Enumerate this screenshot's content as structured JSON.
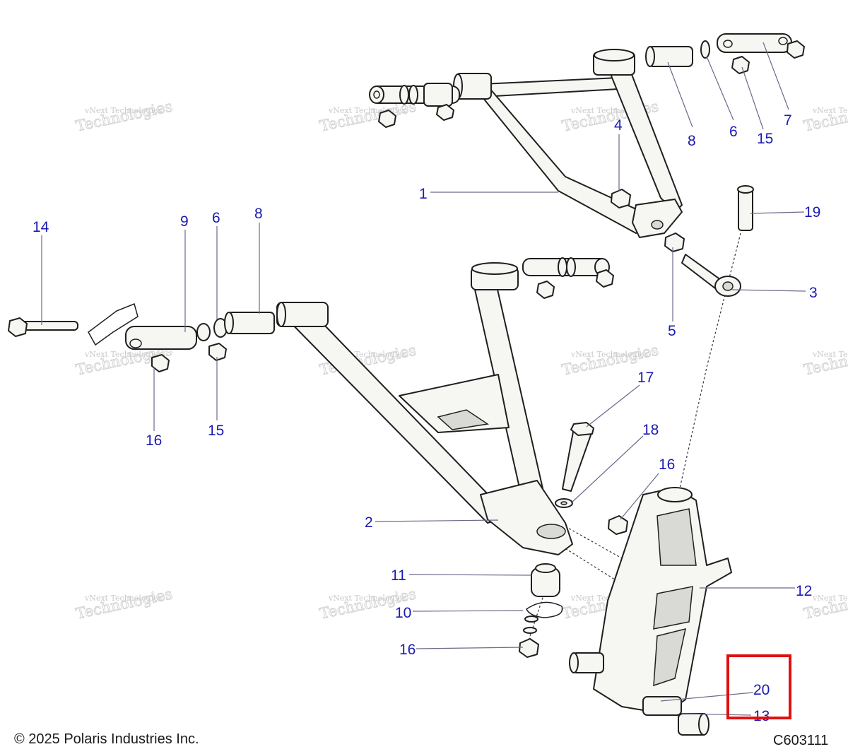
{
  "callouts": {
    "c1": "1",
    "c2": "2",
    "c3": "3",
    "c4": "4",
    "c5": "5",
    "c6a": "6",
    "c6b": "6",
    "c7": "7",
    "c8a": "8",
    "c8b": "8",
    "c9": "9",
    "c10": "10",
    "c11": "11",
    "c12": "12",
    "c13": "13",
    "c14": "14",
    "c15a": "15",
    "c15b": "15",
    "c16a": "16",
    "c16b": "16",
    "c16c": "16",
    "c17": "17",
    "c18": "18",
    "c19": "19",
    "c20": "20"
  },
  "watermark": {
    "line1": "vNext Technologies",
    "line2": "vNext",
    "line3": "Technologies"
  },
  "footer": {
    "copyright": "© 2025 Polaris Industries Inc.",
    "code": "C603111"
  },
  "colors": {
    "callout": "#1a1ab4",
    "highlight": "#e01010"
  }
}
